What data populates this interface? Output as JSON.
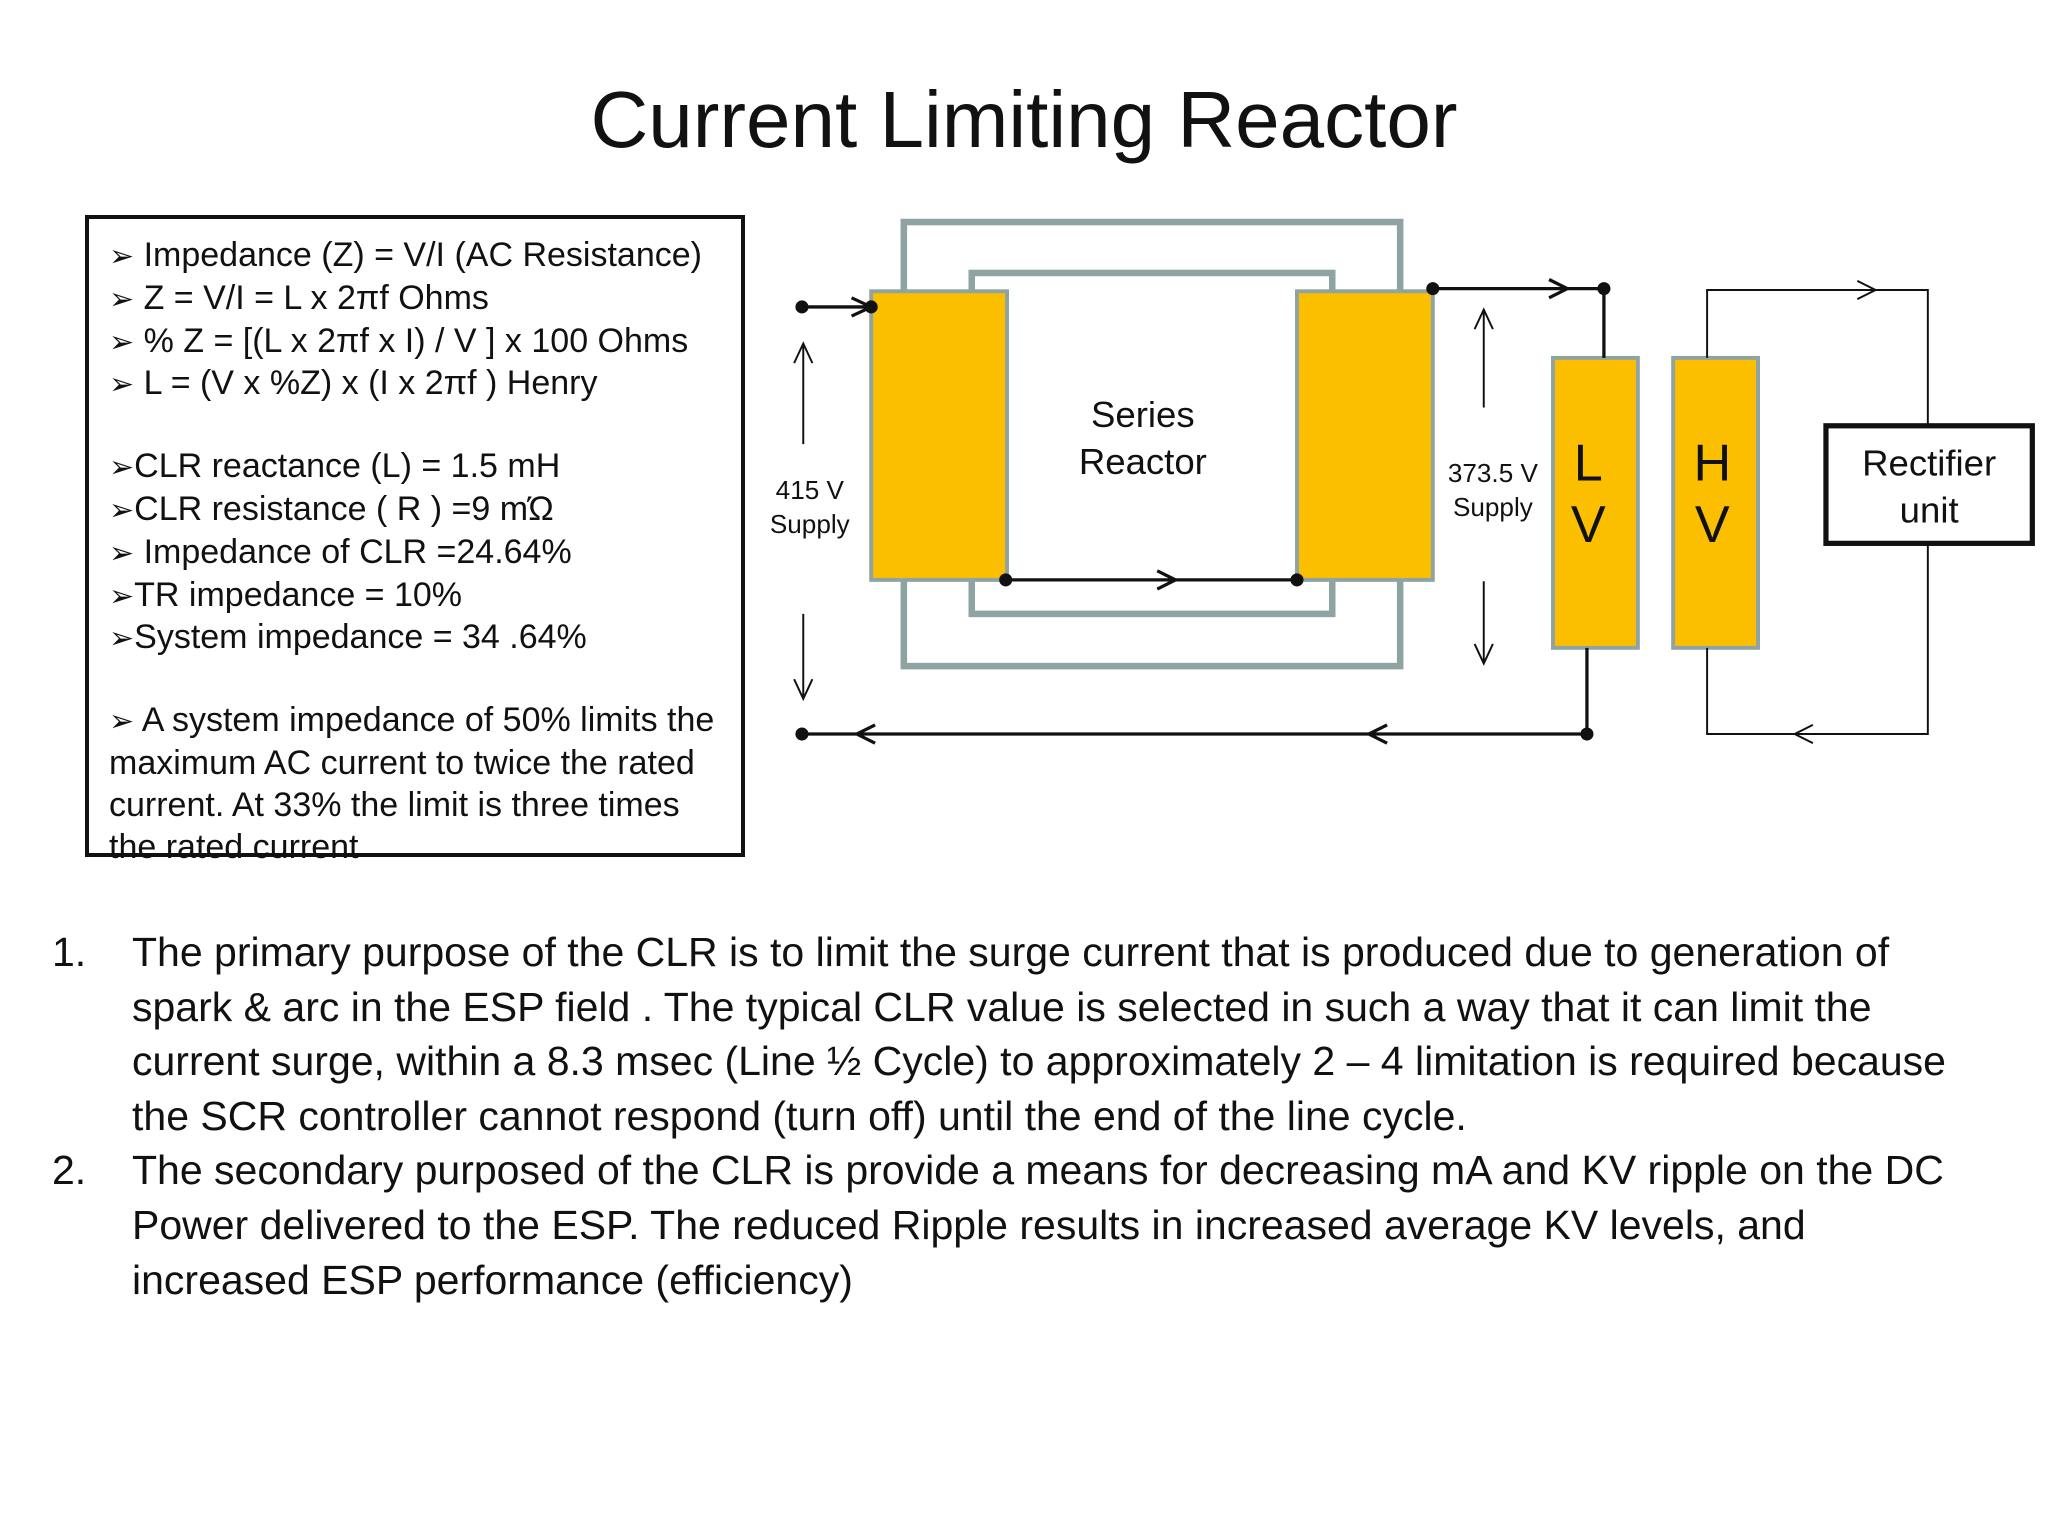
{
  "title": "Current Limiting Reactor",
  "info_box": {
    "bullet_icon": "arrowhead-bullet",
    "formulas": [
      "Impedance (Z) = V/I (AC Resistance)",
      "Z = V/I = L x 2πf  Ohms",
      "% Z = [(L x 2πf x I) / V ] x 100 Ohms",
      "L = (V x %Z) x (I x 2πf ) Henry"
    ],
    "values": [
      "CLR reactance (L) = 1.5 mH",
      "CLR resistance ( R ) =9 mΏ",
      "Impedance of CLR =24.64%",
      "TR impedance = 10%",
      "System impedance = 34 .64%"
    ],
    "note": "A system impedance of 50% limits the maximum AC current to twice the rated current. At 33% the limit is three times the rated current"
  },
  "diagram": {
    "colors": {
      "coil": "#FBBF00",
      "core": "#8FA3A3",
      "wire": "#111111"
    },
    "series_reactor_label": [
      "Series",
      "Reactor"
    ],
    "input_voltage": "415 V",
    "input_supply": "Supply",
    "output_voltage": "373.5 V",
    "output_supply": "Supply",
    "lv_label": [
      "L",
      "V"
    ],
    "hv_label": [
      "H",
      "V"
    ],
    "rectifier_label": [
      "Rectifier",
      "unit"
    ]
  },
  "notes": [
    {
      "number": "1.",
      "text": "The primary purpose of the CLR is to limit the surge current that is produced due to generation of spark & arc in the ESP field . The typical CLR value is selected in such a way that it can limit the current surge, within a 8.3 msec (Line ½ Cycle) to approximately 2 – 4 limitation is required because the SCR controller cannot respond (turn off) until the end of the line cycle."
    },
    {
      "number": "2.",
      "text": "The secondary purposed of the CLR is provide a means for decreasing mA and KV ripple on the DC Power delivered to the ESP. The reduced Ripple results in increased average KV levels, and increased ESP performance (efficiency)"
    }
  ]
}
